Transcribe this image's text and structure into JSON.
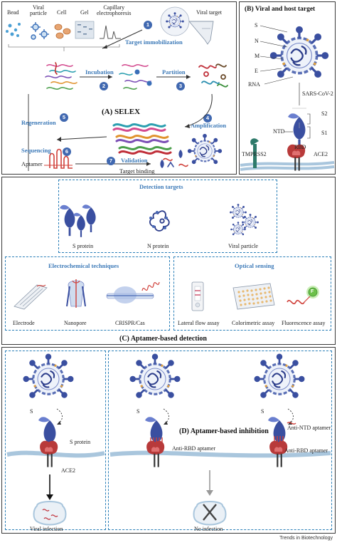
{
  "panel_a": {
    "title": "(A) SELEX",
    "library_labels": [
      "Bead",
      "Viral\nparticle",
      "Cell",
      "Gel",
      "Capillary\nelectrophoresis"
    ],
    "viral_target": "Viral target",
    "steps": [
      {
        "n": "1",
        "label": "Target immobilization"
      },
      {
        "n": "2",
        "label": "Incubation"
      },
      {
        "n": "3",
        "label": "Partition"
      },
      {
        "n": "4",
        "label": "Amplification"
      },
      {
        "n": "5",
        "label": "Regeneration"
      },
      {
        "n": "6",
        "label": "Sequencing"
      },
      {
        "n": "7",
        "label": "Validation"
      }
    ],
    "aptamer": "Aptamer",
    "target_binding": "Target binding"
  },
  "panel_b": {
    "title": "(B) Viral and host target",
    "virus_parts": [
      "S",
      "N",
      "M",
      "E",
      "RNA"
    ],
    "virus_name": "SARS-CoV-2",
    "s2": "S2",
    "s1": "S1",
    "ntd": "NTD",
    "rbd": "RBD",
    "tmprss2": "TMPRSS2",
    "ace2": "ACE2"
  },
  "panel_c": {
    "title": "(C) Aptamer-based detection",
    "detection_targets": {
      "title": "Detection targets",
      "items": [
        "S protein",
        "N protein",
        "Viral particle"
      ]
    },
    "electrochemical": {
      "title": "Electrochemical techniques",
      "items": [
        "Electrode",
        "Nanopore",
        "CRISPR/Cas"
      ]
    },
    "optical": {
      "title": "Optical sensing",
      "items": [
        "Lateral flow assay",
        "Colorimetric assay",
        "Fluorescence assay"
      ],
      "f_label": "F"
    }
  },
  "panel_d": {
    "title": "(D) Aptamer-based inhibition",
    "left": {
      "s_label": "S",
      "s_protein": "S protein",
      "ace2": "ACE2",
      "outcome": "Viral infection"
    },
    "middle": {
      "s_label": "S",
      "aptamer": "Anti-RBD aptamer",
      "outcome": "No infection"
    },
    "right": {
      "s_label": "S",
      "aptamer1": "Anti-NTD aptamer",
      "aptamer2": "Anti-RBD aptamer"
    }
  },
  "footer": "Trends in Biotechnology",
  "colors": {
    "accent_blue": "#3d7ab8",
    "step_circle": "#4068b0",
    "spike": "#3a4fa0",
    "ace2": "#b83a3a",
    "membrane": "#a9c6dd"
  }
}
